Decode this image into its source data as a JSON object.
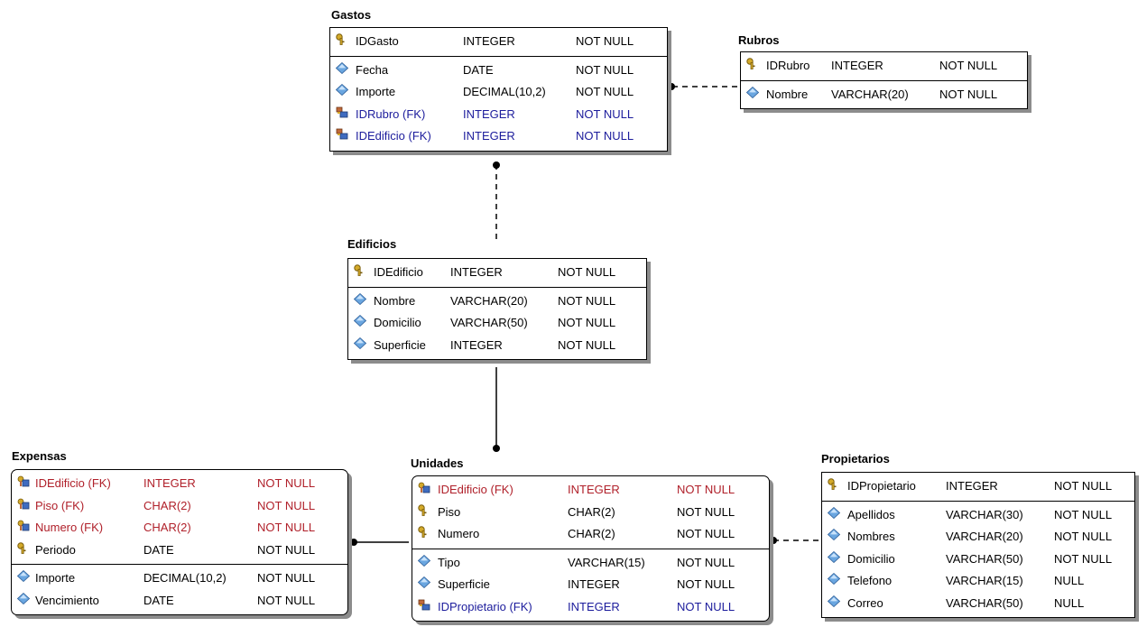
{
  "entities": {
    "gastos": {
      "title": "Gastos",
      "pk": [
        {
          "name": "IDGasto",
          "type": "INTEGER",
          "null": "NOT NULL",
          "icon": "key-icon",
          "style": "normal"
        }
      ],
      "attrs": [
        {
          "name": "Fecha",
          "type": "DATE",
          "null": "NOT NULL",
          "icon": "attribute-icon",
          "style": "normal"
        },
        {
          "name": "Importe",
          "type": "DECIMAL(10,2)",
          "null": "NOT NULL",
          "icon": "attribute-icon",
          "style": "normal"
        },
        {
          "name": "IDRubro (FK)",
          "type": "INTEGER",
          "null": "NOT NULL",
          "icon": "foreign-key-icon",
          "style": "fk-blue"
        },
        {
          "name": "IDEdificio (FK)",
          "type": "INTEGER",
          "null": "NOT NULL",
          "icon": "foreign-key-icon",
          "style": "fk-blue"
        }
      ]
    },
    "rubros": {
      "title": "Rubros",
      "pk": [
        {
          "name": "IDRubro",
          "type": "INTEGER",
          "null": "NOT NULL",
          "icon": "key-icon",
          "style": "normal"
        }
      ],
      "attrs": [
        {
          "name": "Nombre",
          "type": "VARCHAR(20)",
          "null": "NOT NULL",
          "icon": "attribute-icon",
          "style": "normal"
        }
      ]
    },
    "edificios": {
      "title": "Edificios",
      "pk": [
        {
          "name": "IDEdificio",
          "type": "INTEGER",
          "null": "NOT NULL",
          "icon": "key-icon",
          "style": "normal"
        }
      ],
      "attrs": [
        {
          "name": "Nombre",
          "type": "VARCHAR(20)",
          "null": "NOT NULL",
          "icon": "attribute-icon",
          "style": "normal"
        },
        {
          "name": "Domicilio",
          "type": "VARCHAR(50)",
          "null": "NOT NULL",
          "icon": "attribute-icon",
          "style": "normal"
        },
        {
          "name": "Superficie",
          "type": "INTEGER",
          "null": "NOT NULL",
          "icon": "attribute-icon",
          "style": "normal"
        }
      ]
    },
    "expensas": {
      "title": "Expensas",
      "pk": [
        {
          "name": "IDEdificio (FK)",
          "type": "INTEGER",
          "null": "NOT NULL",
          "icon": "foreign-key-pk-icon",
          "style": "fk-red"
        },
        {
          "name": "Piso (FK)",
          "type": "CHAR(2)",
          "null": "NOT NULL",
          "icon": "foreign-key-pk-icon",
          "style": "fk-red"
        },
        {
          "name": "Numero (FK)",
          "type": "CHAR(2)",
          "null": "NOT NULL",
          "icon": "foreign-key-pk-icon",
          "style": "fk-red"
        },
        {
          "name": "Periodo",
          "type": "DATE",
          "null": "NOT NULL",
          "icon": "key-icon",
          "style": "normal"
        }
      ],
      "attrs": [
        {
          "name": "Importe",
          "type": "DECIMAL(10,2)",
          "null": "NOT NULL",
          "icon": "attribute-icon",
          "style": "normal"
        },
        {
          "name": "Vencimiento",
          "type": "DATE",
          "null": "NOT NULL",
          "icon": "attribute-icon",
          "style": "normal"
        }
      ]
    },
    "unidades": {
      "title": "Unidades",
      "pk": [
        {
          "name": "IDEdificio (FK)",
          "type": "INTEGER",
          "null": "NOT NULL",
          "icon": "foreign-key-pk-icon",
          "style": "fk-red"
        },
        {
          "name": "Piso",
          "type": "CHAR(2)",
          "null": "NOT NULL",
          "icon": "key-icon",
          "style": "normal"
        },
        {
          "name": "Numero",
          "type": "CHAR(2)",
          "null": "NOT NULL",
          "icon": "key-icon",
          "style": "normal"
        }
      ],
      "attrs": [
        {
          "name": "Tipo",
          "type": "VARCHAR(15)",
          "null": "NOT NULL",
          "icon": "attribute-icon",
          "style": "normal"
        },
        {
          "name": "Superficie",
          "type": "INTEGER",
          "null": "NOT NULL",
          "icon": "attribute-icon",
          "style": "normal"
        },
        {
          "name": "IDPropietario (FK)",
          "type": "INTEGER",
          "null": "NOT NULL",
          "icon": "foreign-key-icon",
          "style": "fk-blue"
        }
      ]
    },
    "propietarios": {
      "title": "Propietarios",
      "pk": [
        {
          "name": "IDPropietario",
          "type": "INTEGER",
          "null": "NOT NULL",
          "icon": "key-icon",
          "style": "normal"
        }
      ],
      "attrs": [
        {
          "name": "Apellidos",
          "type": "VARCHAR(30)",
          "null": "NOT NULL",
          "icon": "attribute-icon",
          "style": "normal"
        },
        {
          "name": "Nombres",
          "type": "VARCHAR(20)",
          "null": "NOT NULL",
          "icon": "attribute-icon",
          "style": "normal"
        },
        {
          "name": "Domicilio",
          "type": "VARCHAR(50)",
          "null": "NOT NULL",
          "icon": "attribute-icon",
          "style": "normal"
        },
        {
          "name": "Telefono",
          "type": "VARCHAR(15)",
          "null": "NULL",
          "icon": "attribute-icon",
          "style": "normal"
        },
        {
          "name": "Correo",
          "type": "VARCHAR(50)",
          "null": "NULL",
          "icon": "attribute-icon",
          "style": "normal"
        }
      ]
    }
  },
  "relationships": [
    {
      "from": "rubros",
      "to": "gastos",
      "kind": "non-identifying"
    },
    {
      "from": "edificios",
      "to": "gastos",
      "kind": "non-identifying"
    },
    {
      "from": "edificios",
      "to": "unidades",
      "kind": "identifying"
    },
    {
      "from": "unidades",
      "to": "expensas",
      "kind": "identifying"
    },
    {
      "from": "propietarios",
      "to": "unidades",
      "kind": "non-identifying"
    }
  ],
  "colors": {
    "fk_identifying": "#b0202a",
    "fk_nonidentifying": "#1c1c9c",
    "shadow": "#8c8c8c",
    "key_gold": "#c9a227",
    "attr_blue": "#6aa6e0"
  }
}
